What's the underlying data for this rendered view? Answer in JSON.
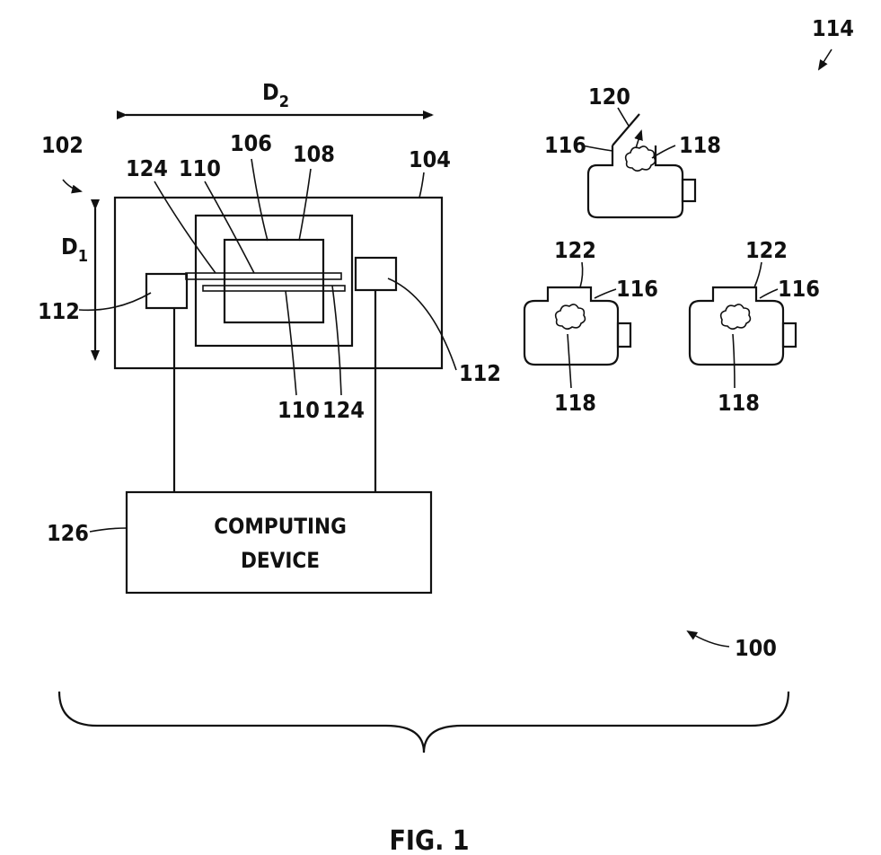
{
  "labels": {
    "fig_100": "100",
    "fig_102": "102",
    "dim_d1_main": "D",
    "dim_d1_sub": "1",
    "dim_d2_main": "D",
    "dim_d2_sub": "2",
    "ref_104": "104",
    "ref_106": "106",
    "ref_108": "108",
    "ref_110_top": "110",
    "ref_110_bottom": "110",
    "ref_112_left": "112",
    "ref_112_right": "112",
    "ref_114": "114",
    "ref_116_top": "116",
    "ref_116_mid": "116",
    "ref_116_right": "116",
    "ref_118_top": "118",
    "ref_118_mid": "118",
    "ref_118_right": "118",
    "ref_120": "120",
    "ref_122_mid": "122",
    "ref_122_right": "122",
    "ref_124_top": "124",
    "ref_124_bottom": "124",
    "ref_126": "126"
  },
  "computing_device": {
    "line1": "COMPUTING",
    "line2": "DEVICE"
  },
  "caption": "FIG. 1"
}
